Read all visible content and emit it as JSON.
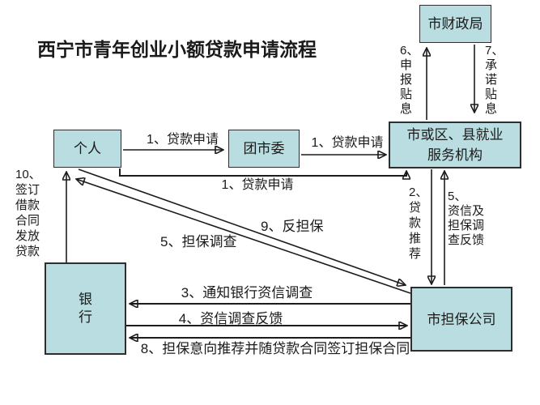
{
  "title": "西宁市青年创业小额贷款申请流程",
  "colors": {
    "background": "#ffffff",
    "box_fill": "#b9dde0",
    "box_border": "#2e2e2e",
    "line": "#1c1c1c",
    "text": "#1a1a1a"
  },
  "nodes": {
    "finance_bureau": {
      "label": "市财政局"
    },
    "individual": {
      "label": "个人"
    },
    "youth_league": {
      "label": "团市委"
    },
    "employment_agency": {
      "label": "市或区、县就业\n服务机构"
    },
    "bank": {
      "label": "银\n行"
    },
    "guarantee_company": {
      "label": "市担保公司"
    }
  },
  "edges": {
    "e1a": {
      "label": "1、贷款申请"
    },
    "e1b": {
      "label": "1、贷款申请"
    },
    "e1c": {
      "label": "1、贷款申请"
    },
    "e2": {
      "label": "2、\n贷\n款\n推\n荐"
    },
    "e3": {
      "label": "3、通知银行资信调查"
    },
    "e4": {
      "label": "4、资信调查反馈"
    },
    "e5_diag": {
      "label": "5、担保调查"
    },
    "e5_vert": {
      "label": "5、\n资信及\n担保调\n查反馈"
    },
    "e6": {
      "label": "6、\n申\n报\n贴\n息"
    },
    "e7": {
      "label": "7、\n承\n诺\n贴\n息"
    },
    "e8": {
      "label": "8、担保意向推荐并随贷款合同签订担保合同"
    },
    "e9": {
      "label": "9、反担保"
    },
    "e10": {
      "label": "10、\n签订\n借款\n合同\n发放\n贷款"
    }
  }
}
